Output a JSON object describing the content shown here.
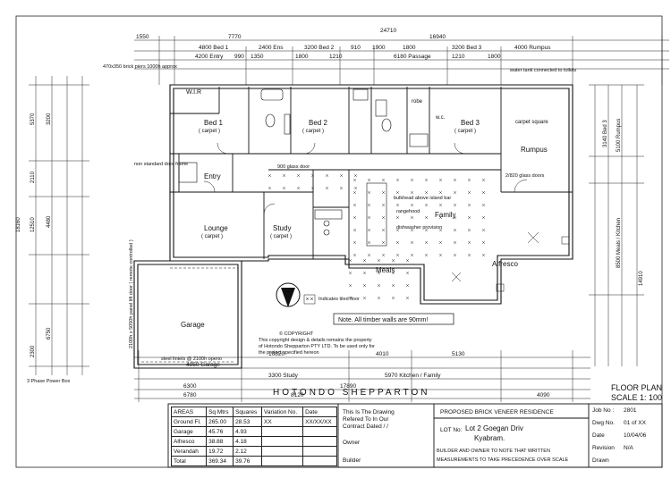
{
  "plan": {
    "rooms": [
      {
        "id": "wir",
        "name": "W.I.R"
      },
      {
        "id": "bed1",
        "name": "Bed 1",
        "sub": "( carpet )"
      },
      {
        "id": "bed2",
        "name": "Bed 2",
        "sub": "( carpet )"
      },
      {
        "id": "bed3",
        "name": "Bed 3",
        "sub": "( carpet )"
      },
      {
        "id": "rumpus",
        "name": "Rumpus",
        "sub": "carpet square"
      },
      {
        "id": "entry",
        "name": "Entry"
      },
      {
        "id": "lounge",
        "name": "Lounge",
        "sub": "( carpet )"
      },
      {
        "id": "study",
        "name": "Study",
        "sub": "( carpet )"
      },
      {
        "id": "family",
        "name": "Family"
      },
      {
        "id": "meals",
        "name": "Meals"
      },
      {
        "id": "alfresco",
        "name": "Alfresco"
      },
      {
        "id": "garage",
        "name": "Garage"
      },
      {
        "id": "wc",
        "name": "w.c."
      },
      {
        "id": "robe",
        "name": "robe"
      }
    ],
    "top_dims_1": [
      "1550",
      "7770",
      "24710",
      "16940"
    ],
    "top_dims_2": [
      "4800 Bed 1",
      "2400 Ens",
      "3200 Bed 2",
      "910",
      "1900",
      "1800",
      "3200 Bed 3",
      "4000 Rumpus"
    ],
    "top_dims_3": [
      "4200 Entry",
      "990",
      "1350",
      "1800",
      "1210",
      "6180 Passage",
      "1210",
      "1800"
    ],
    "bottom_dims_1": [
      "4850 Garage",
      "10820",
      "4010",
      "5130"
    ],
    "bottom_dims_2": [
      "3300 Study",
      "5970 Kitchen / Family"
    ],
    "bottom_dims_3": [
      "6300",
      "17890",
      "6780",
      "8120",
      "4090"
    ],
    "left_dims": [
      "5370",
      "3200",
      "2110",
      "12510",
      "18160",
      "4480",
      "6750",
      "2300"
    ],
    "right_dims": [
      "3140 Bed 3",
      "5100 Rumpus",
      "8500 Meals / Kitchen",
      "14910"
    ],
    "notes": [
      "non standard door frame",
      "water tank connected to toilets",
      "bulkhead above island bar",
      "rangehood",
      "dishwasher provision",
      "steel lintels @ 2100h openo",
      "2100h x 5050h panel lift door ( remote controlled )",
      "Indicates tiled floor",
      "Note. All timber walls are 90mm!",
      "3 Phase Power Box",
      "900 glass door",
      "2/820 glass doors",
      "470x350 brick piers 1000h approx"
    ],
    "copyright": [
      "© COPYRIGHT",
      "This copyright design & details remains the property",
      "of Hotondo Shepparton PTY LTD. To be used only for",
      "the project specified hereon"
    ],
    "north_label": "N"
  },
  "title_block": {
    "company": "HOTONDO SHEPPARTON",
    "drawing_title": "FLOOR PLAN",
    "scale": "SCALE 1: 100",
    "areas_header": [
      "AREAS",
      "Sq Mtrs",
      "Squares",
      "Variation No.",
      "Date"
    ],
    "areas_rows": [
      [
        "Ground Fl.",
        "265.00",
        "28.53",
        "XX",
        "XX/XX/XX"
      ],
      [
        "Garage",
        "45.76",
        "4.93",
        "",
        ""
      ],
      [
        "Alfresco",
        "38.88",
        "4.18",
        "",
        ""
      ],
      [
        "Verandah",
        "19.72",
        "2.12",
        "",
        ""
      ],
      [
        "Total",
        "369.34",
        "39.76",
        "",
        ""
      ]
    ],
    "reference_text": [
      "This Is The Drawing",
      "Refered To In Our",
      "Contract Dated  /  /"
    ],
    "owner_label": "Owner",
    "builder_label": "Builder",
    "project": "PROPOSED BRICK VENEER RESIDENCE",
    "lot_label": "LOT No:",
    "lot_value": "Lot 2 Goegan Driv",
    "town": "Kyabram.",
    "builder_note": [
      "BUILDER AND OWNER TO NOTE THAT WRITTEN",
      "MEASUREMENTS TO TAKE PRECEDENCE OVER SCALE"
    ],
    "job_no_label": "Job No :",
    "job_no": "2801",
    "dwg_no_label": "Dwg No.",
    "dwg_no": "01 of XX",
    "date_label": "Date",
    "date": "10/04/06",
    "revision_label": "Revision",
    "revision": "N/A",
    "drawn_label": "Drawn",
    "drawn": ""
  },
  "colors": {
    "line": "#111111",
    "paper": "#ffffff",
    "tile": "#444444"
  }
}
